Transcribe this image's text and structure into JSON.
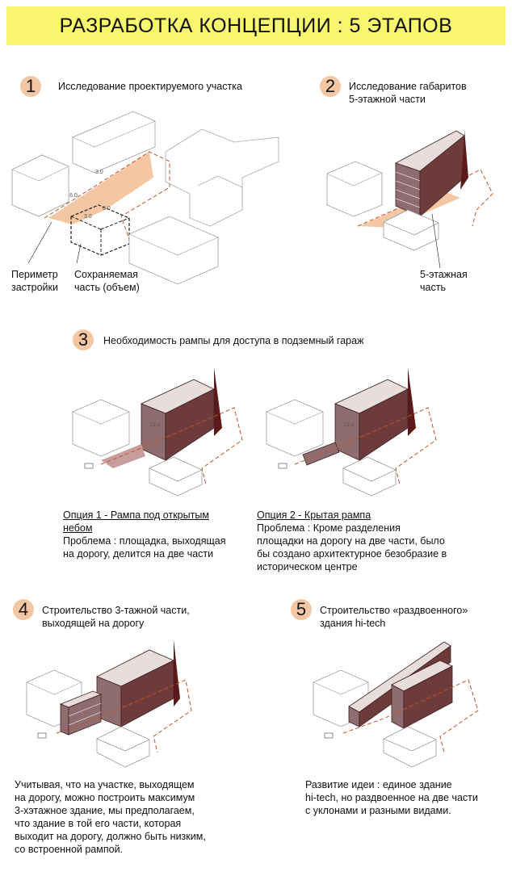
{
  "title": "РАЗРАБОТКА КОНЦЕПЦИИ : 5 ЭТАПОВ",
  "steps": [
    {
      "num": "1",
      "title": "Исследование проектируемого участка",
      "labels": {
        "perimeter": "Периметр\nзастройки",
        "preserved": "Сохраняемая\nчасть (объем)"
      },
      "dims": [
        "3.0",
        "6.0",
        "6.0",
        "3.0"
      ]
    },
    {
      "num": "2",
      "title": "Исследование габаритов\n5-этажной части",
      "labels": {
        "five_floor": "5-этажная\nчасть"
      }
    },
    {
      "num": "3",
      "title": "Необходимость рампы для доступа в подземный гараж",
      "dims": [
        "13.0",
        "13.0"
      ],
      "options": [
        {
          "heading": "Опция 1 - Рампа под открытым\nнебом",
          "problem": "Проблема : площадка, выходящая\nна дорогу, делится на две части"
        },
        {
          "heading": "Опция 2 - Крытая рампа",
          "problem": "Проблема : Кроме разделения\nплощадки на дорогу на две части, было\nбы создано архитектурное безобразие в\nисторическом центре"
        }
      ]
    },
    {
      "num": "4",
      "title": "Строительство 3-тажной части,\nвыходящей на дорогу",
      "description": "Учитывая, что на участке, выходящем\nна дорогу, можно построить максимум\n3-хэтажное здание, мы предполагаем,\nчто здание в той его части, которая\nвыходит на дорогу, должно быть низким,\nсо встроенной рампой."
    },
    {
      "num": "5",
      "title": "Строительство «раздвоенного»\nздания hi-tech",
      "description": "Развитие идеи : единое здание\nhi-tech, но раздвоенное на две части\nс уклонами и разными видами."
    }
  ],
  "colors": {
    "banner": "#f8f56e",
    "badge": "#f4c7a4",
    "mass": "#8f6c6f",
    "orange": "#f4c7a4",
    "dash": "#c0552a"
  }
}
